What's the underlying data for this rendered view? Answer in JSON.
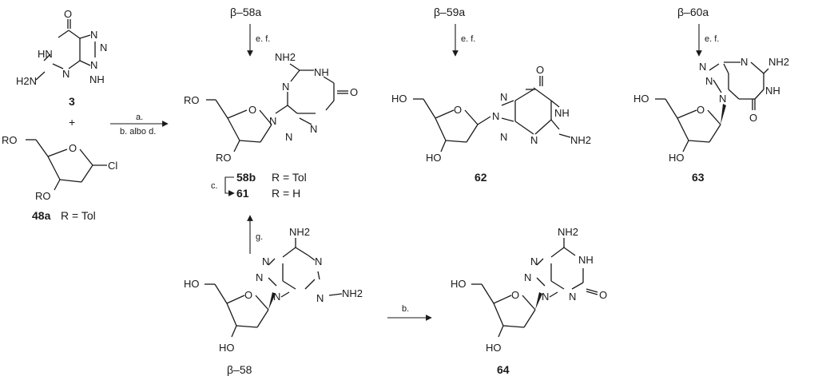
{
  "structures": {
    "s3": {
      "label": "3",
      "atoms": {
        "O": "O",
        "HN": "HN",
        "H2N": "H2N",
        "N1": "N",
        "N2": "N",
        "N3": "N",
        "NH": "NH",
        "N4": "N"
      }
    },
    "s48a": {
      "label": "48a",
      "note": "R = Tol",
      "atoms": {
        "RO_top": "RO",
        "O_ring": "O",
        "Cl": "Cl",
        "RO_bot": "RO"
      }
    },
    "s58a": {
      "ref": "β–58a",
      "conditions": "e. f."
    },
    "s59a": {
      "ref": "β–59a",
      "conditions": "e. f."
    },
    "s60a": {
      "ref": "β–60a",
      "conditions": "e. f."
    },
    "s58b": {
      "atoms": {
        "NH2": "NH2",
        "NH": "NH",
        "O": "O",
        "N1": "N",
        "N2": "N",
        "N3": "N",
        "N4": "N",
        "RO_top": "RO",
        "O_ring": "O",
        "RO_bot": "RO"
      },
      "label_58b": "58b",
      "note_58b": "R = Tol",
      "label_61": "61",
      "note_61": "R = H",
      "step_c": "c."
    },
    "s62": {
      "label": "62",
      "atoms": {
        "O": "O",
        "NH": "NH",
        "NH2": "NH2",
        "N1": "N",
        "N2": "N",
        "N3": "N",
        "N4": "N",
        "HO_top": "HO",
        "O_ring": "O",
        "HO_bot": "HO"
      }
    },
    "s63": {
      "label": "63",
      "atoms": {
        "N_a": "N",
        "N_b": "N",
        "N_c": "N",
        "N_d": "N",
        "NH2": "NH2",
        "NH": "NH",
        "O": "O",
        "HO_top": "HO",
        "O_ring": "O",
        "HO_bot": "HO"
      }
    },
    "s58": {
      "ref": "β–58",
      "atoms": {
        "NH2_top": "NH2",
        "N_a": "N",
        "N_b": "N",
        "N_c": "N",
        "N_d": "N",
        "N_e": "N",
        "NH2_right": "NH2",
        "HO_top": "HO",
        "O_ring": "O",
        "HO_bot": "HO"
      }
    },
    "s64": {
      "label": "64",
      "atoms": {
        "NH2": "NH2",
        "NH": "NH",
        "O": "O",
        "N_a": "N",
        "N_b": "N",
        "N_c": "N",
        "N_d": "N",
        "HO_top": "HO",
        "O_ring": "O",
        "HO_bot": "HO"
      }
    }
  },
  "reactions": {
    "main": {
      "above": "a.",
      "below": "b. albo d."
    },
    "plus": "+",
    "g": "g.",
    "b": "b."
  }
}
